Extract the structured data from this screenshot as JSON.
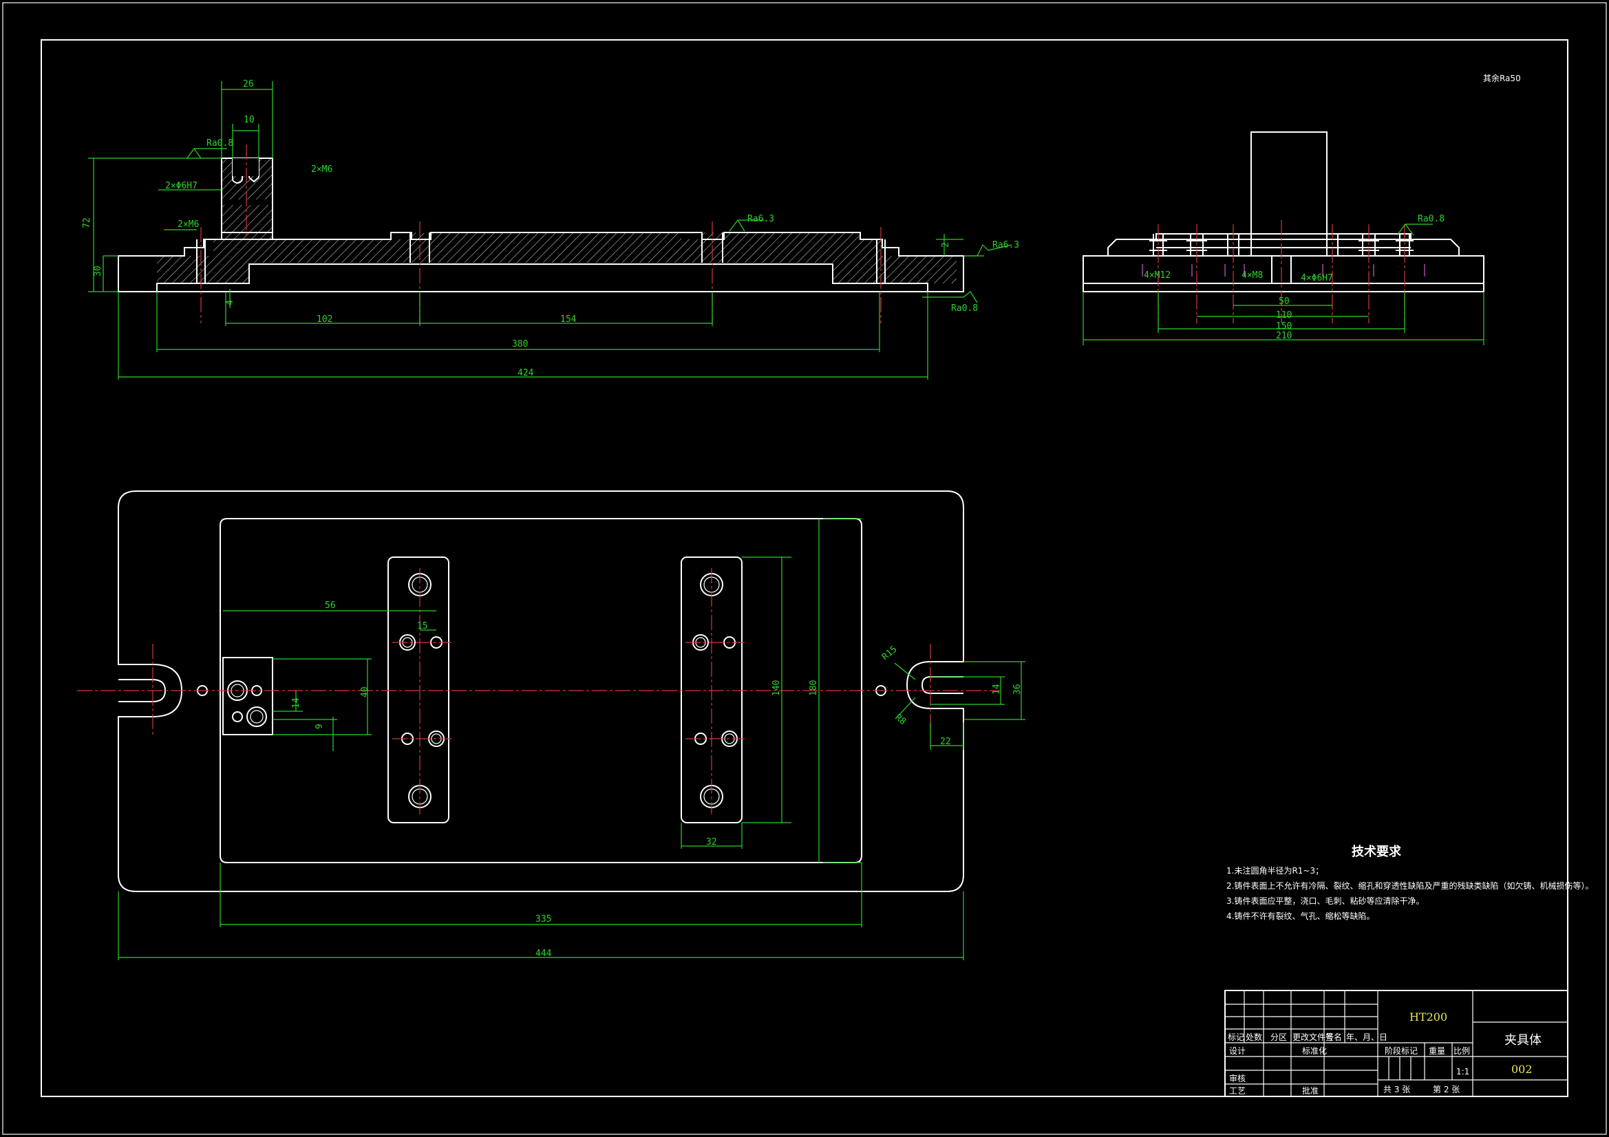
{
  "colors": {
    "background": "#000000",
    "outline": "#ffffff",
    "dimension": "#2bd42b",
    "centerline": "#d23a3a",
    "thread": "#d05ad0"
  },
  "roughness": {
    "general": "其余Ra50",
    "r1": "Ra6.3",
    "r2": "Ra0.8",
    "r3": "Ra6.3",
    "r4": "Ra0.8",
    "r5": "Ra0.8"
  },
  "front_view": {
    "dims": {
      "d26": "26",
      "d10": "10",
      "hole_2x6": "2×Φ6H7",
      "hole_2xm6_a": "2×M6",
      "hole_2xm6_b": "2×M6",
      "h72": "72",
      "h30": "30",
      "h4": "4",
      "h2": "2",
      "d102": "102",
      "d154": "154",
      "d380": "380",
      "d424": "424"
    }
  },
  "side_view": {
    "dims": {
      "m12": "4×M12",
      "m8": "4×M8",
      "phi6": "4×Φ6H7",
      "d50": "50",
      "d110": "110",
      "d150": "150",
      "d210": "210"
    }
  },
  "top_view": {
    "dims": {
      "d56": "56",
      "d15": "15",
      "d40": "40",
      "d14": "14",
      "d9": "9",
      "d140": "140",
      "d180": "180",
      "d32": "32",
      "r15": "R15",
      "r8": "R8",
      "d14b": "14",
      "d36": "36",
      "d22": "22",
      "d335": "335",
      "d444": "444"
    }
  },
  "tech_requirements": {
    "title": "技术要求",
    "items": [
      "1.未注圆角半径为R1~3；",
      "2.铸件表面上不允许有冷隔、裂纹、缩孔和穿透性缺陷及严重的残缺类缺陷（如欠铸、机械损伤等）。",
      "3.铸件表面应平整，浇口、毛刺、粘砂等应清除干净。",
      "4.铸件不许有裂纹、气孔、缩松等缺陷。"
    ]
  },
  "title_block": {
    "material": "HT200",
    "part_name": "夹具体",
    "drawing_no": "002",
    "header_cells": [
      "标记",
      "处数",
      "分区",
      "更改文件号",
      "签名",
      "年、月、日"
    ],
    "design": "设计",
    "standardize": "标准化",
    "review": "审核",
    "process": "工艺",
    "approve": "批准",
    "stage_mark": "阶段标记",
    "weight": "重量",
    "scale": "比例",
    "scale_value": "1:1",
    "sheet_total": "共 3 张",
    "sheet_no": "第 2 张"
  }
}
